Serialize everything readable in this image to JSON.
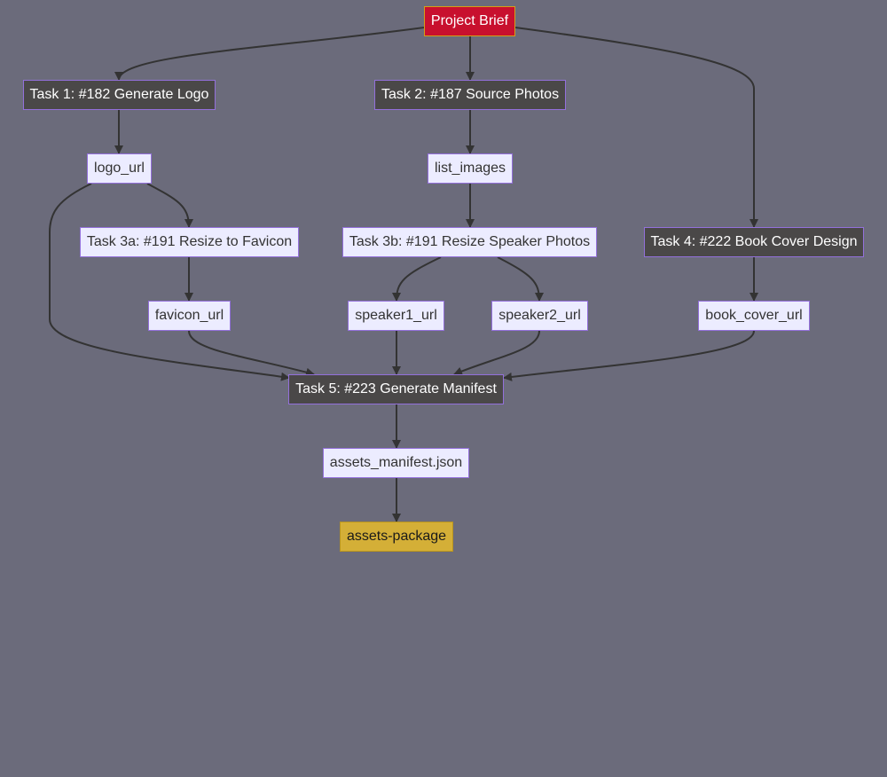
{
  "colors": {
    "background": "#6b6b7b",
    "task_fill": "#4a4848",
    "artifact_fill": "#ececff",
    "start_fill": "#c8102e",
    "end_fill": "#d4af37",
    "node_border": "#9370db",
    "edge": "#333333"
  },
  "nodes": {
    "project_brief": "Project Brief",
    "task1": "Task 1: #182 Generate Logo",
    "task2": "Task 2: #187 Source Photos",
    "logo_url": "logo_url",
    "list_images": "list_images",
    "task3a": "Task 3a: #191 Resize to Favicon",
    "task3b": "Task 3b: #191 Resize Speaker Photos",
    "task4": "Task 4: #222 Book Cover Design",
    "favicon_url": "favicon_url",
    "speaker1_url": "speaker1_url",
    "speaker2_url": "speaker2_url",
    "book_cover_url": "book_cover_url",
    "task5": "Task 5: #223 Generate Manifest",
    "assets_manifest": "assets_manifest.json",
    "assets_package": "assets-package"
  },
  "edges": [
    [
      "project_brief",
      "task1"
    ],
    [
      "project_brief",
      "task2"
    ],
    [
      "project_brief",
      "task4"
    ],
    [
      "task1",
      "logo_url"
    ],
    [
      "task2",
      "list_images"
    ],
    [
      "logo_url",
      "task3a"
    ],
    [
      "logo_url",
      "task5"
    ],
    [
      "list_images",
      "task3b"
    ],
    [
      "task3a",
      "favicon_url"
    ],
    [
      "task3b",
      "speaker1_url"
    ],
    [
      "task3b",
      "speaker2_url"
    ],
    [
      "task4",
      "book_cover_url"
    ],
    [
      "favicon_url",
      "task5"
    ],
    [
      "speaker1_url",
      "task5"
    ],
    [
      "speaker2_url",
      "task5"
    ],
    [
      "book_cover_url",
      "task5"
    ],
    [
      "task5",
      "assets_manifest"
    ],
    [
      "assets_manifest",
      "assets_package"
    ]
  ]
}
